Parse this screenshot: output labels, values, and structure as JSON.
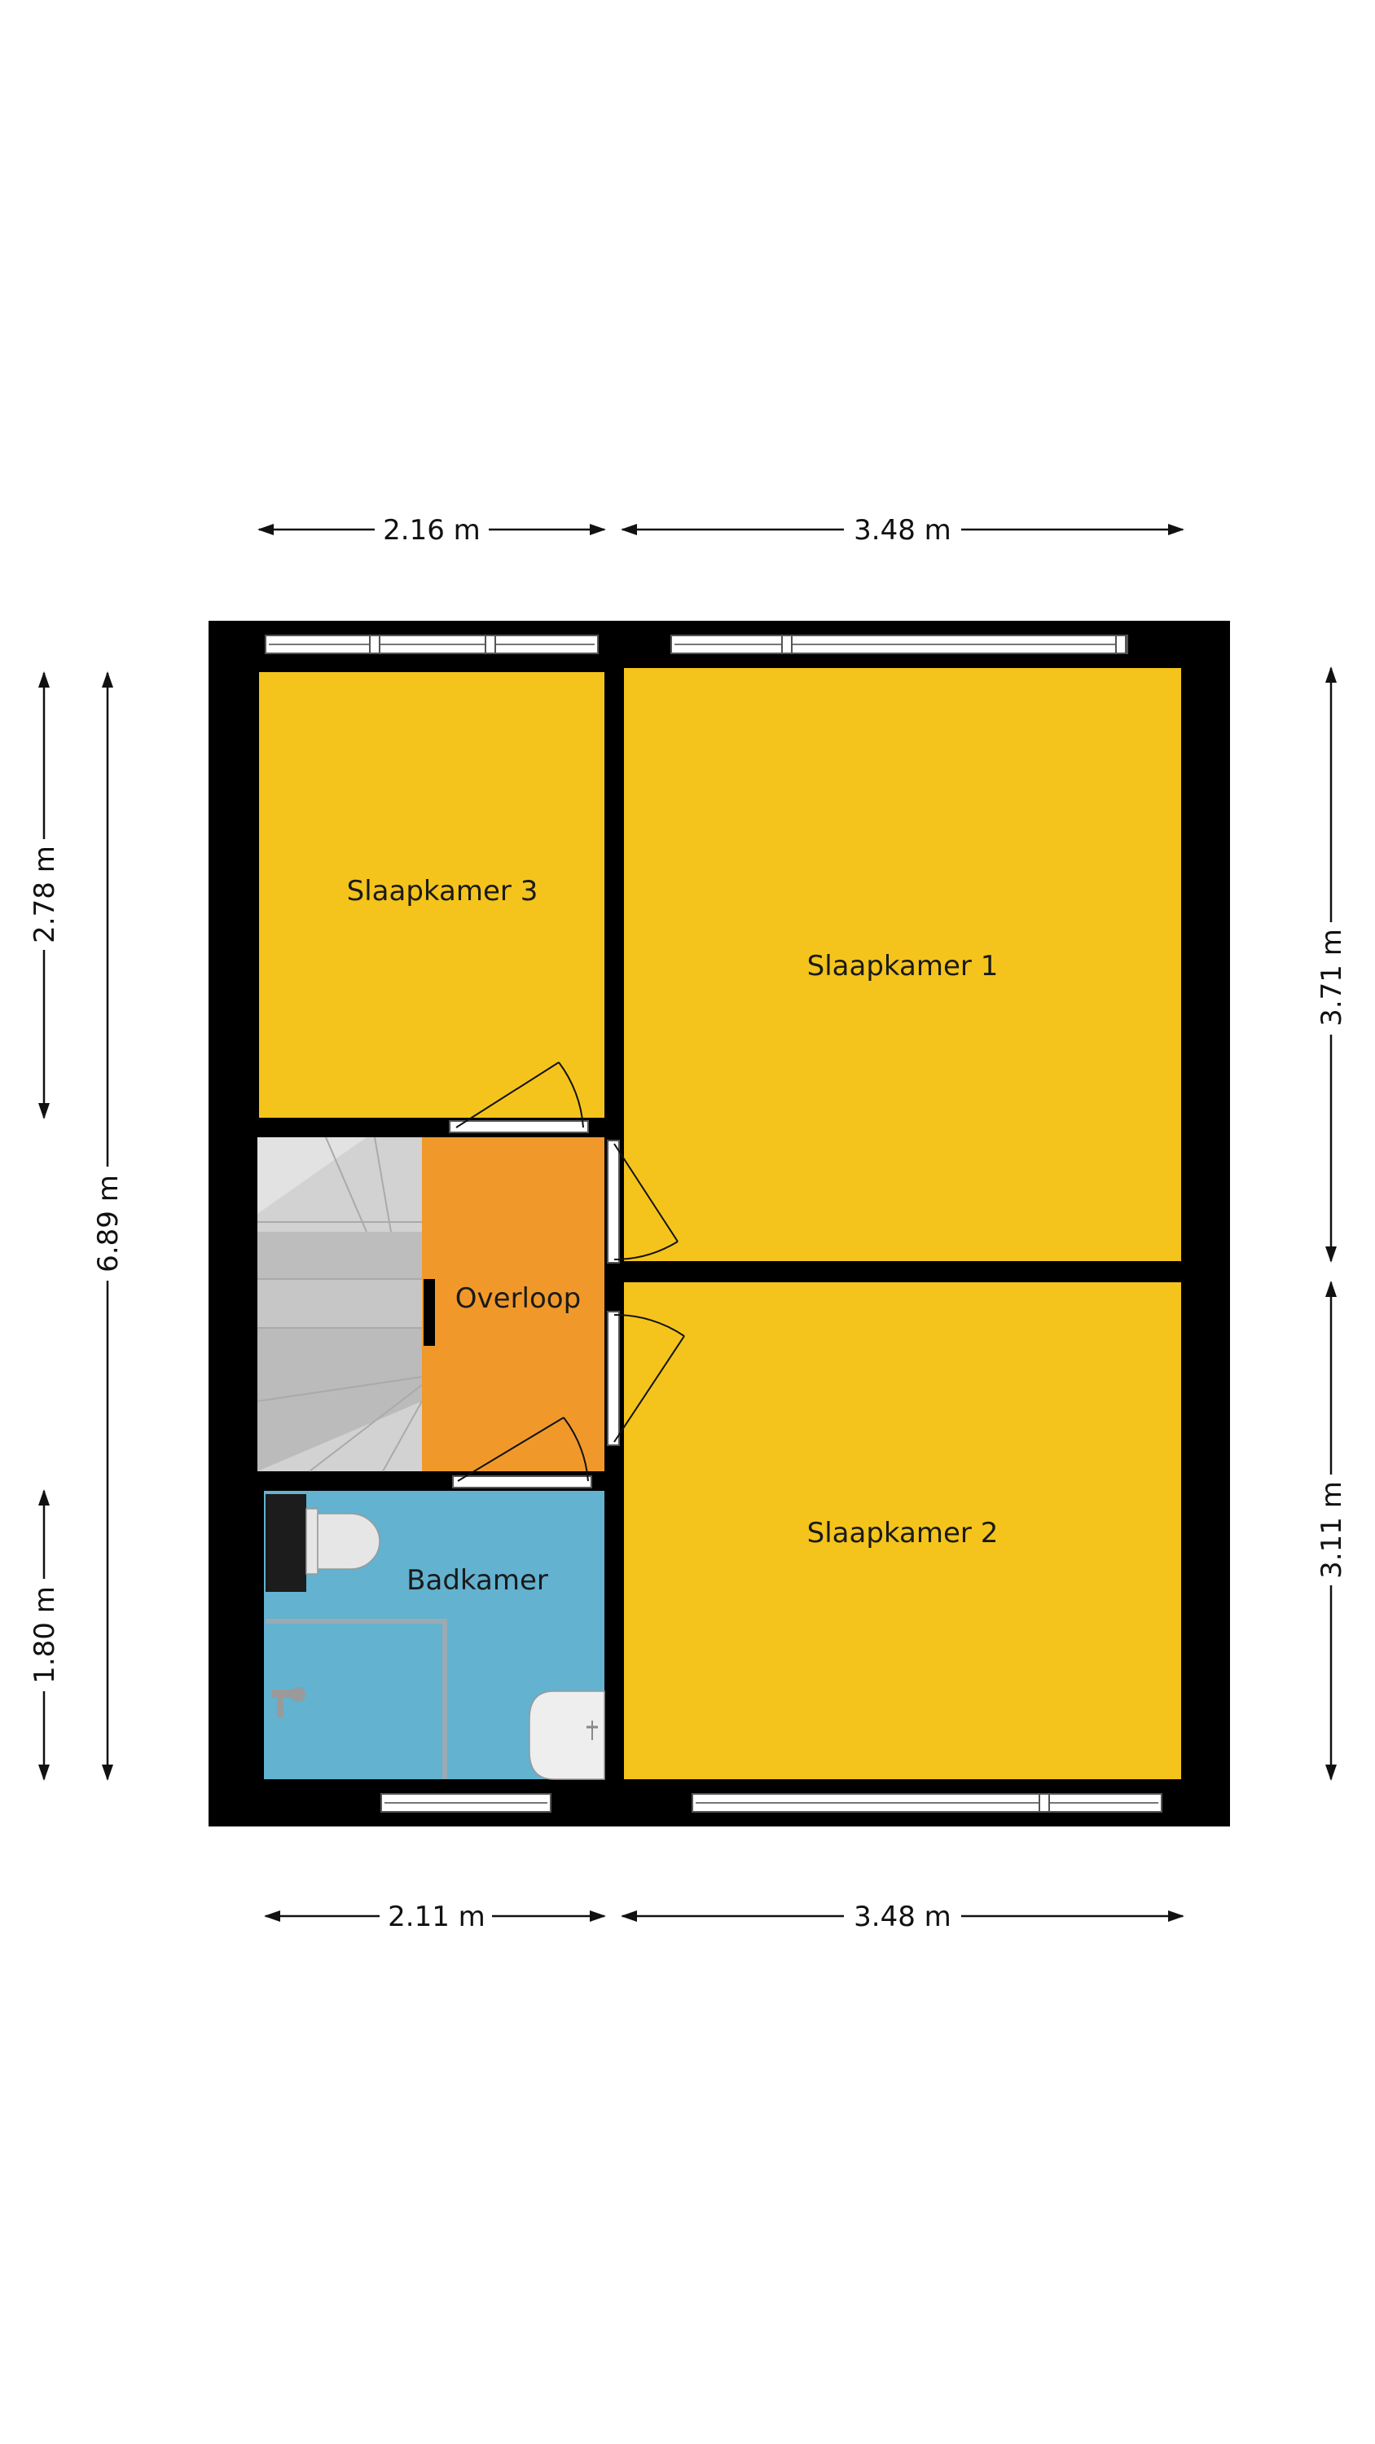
{
  "floorplan": {
    "rooms": {
      "slaapkamer1": {
        "label": "Slaapkamer 1",
        "color": "#F4C41C"
      },
      "slaapkamer2": {
        "label": "Slaapkamer 2",
        "color": "#F4C41C"
      },
      "slaapkamer3": {
        "label": "Slaapkamer 3",
        "color": "#F4C41C"
      },
      "overloop": {
        "label": "Overloop",
        "color": "#F0992A"
      },
      "badkamer": {
        "label": "Badkamer",
        "color": "#62B2D0"
      },
      "stairs": {
        "color": "#C8C8C8"
      }
    },
    "dimensions": {
      "top_left": "2.16 m",
      "top_right": "3.48 m",
      "bottom_left": "2.11 m",
      "bottom_right": "3.48 m",
      "left_upper": "2.78 m",
      "left_total": "6.89 m",
      "left_lower": "1.80 m",
      "right_upper": "3.71 m",
      "right_lower": "3.11 m"
    },
    "wall_color": "#000000"
  }
}
